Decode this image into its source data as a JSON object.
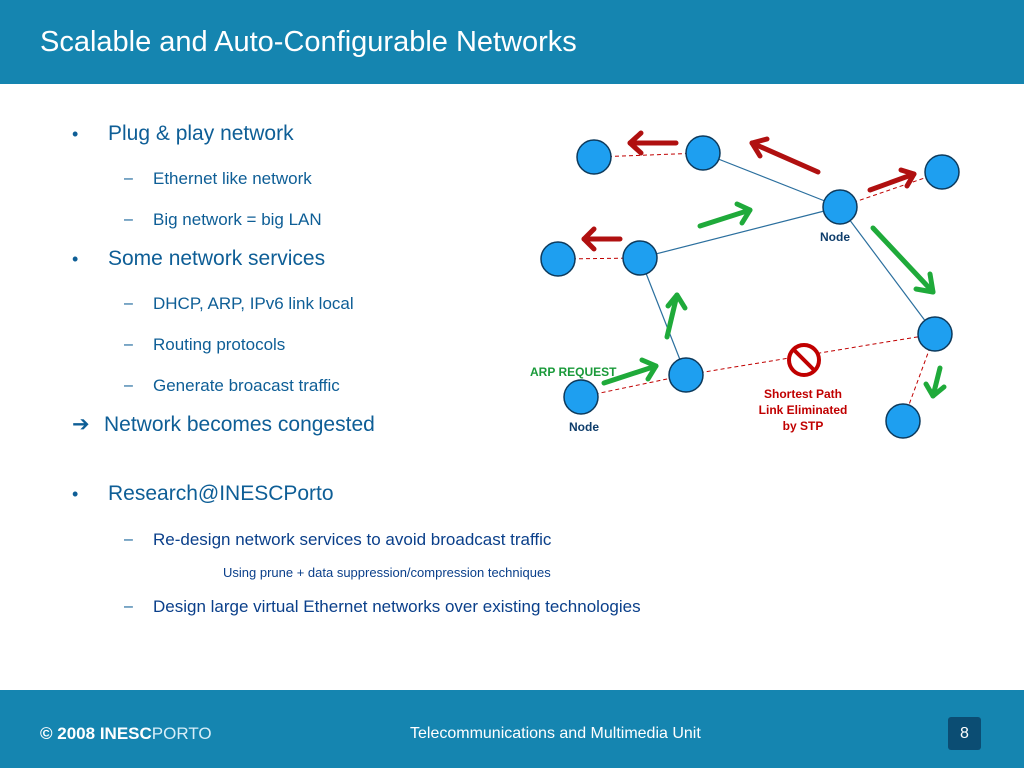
{
  "header": {
    "title": "Scalable and Auto-Configurable Networks"
  },
  "content": {
    "bullet1": "Plug & play network",
    "bullet1_sub": [
      "Ethernet like network",
      "Big network = big LAN"
    ],
    "bullet2": "Some network services",
    "bullet2_sub": [
      "DHCP, ARP, IPv6 link local",
      "Routing protocols",
      "Generate broacast traffic"
    ],
    "arrow_symbol": "➔",
    "conclusion": "Network becomes congested",
    "bullet3": "Research@INESCPorto",
    "research_sub1": "Re-design network services to avoid broadcast traffic",
    "research_sub1_note": "Using prune + data suppression/compression techniques",
    "research_sub2": "Design large virtual Ethernet networks over existing technologies"
  },
  "diagram": {
    "node_label_top": "Node",
    "node_label_bottom": "Node",
    "arp_label": "ARP REQUEST",
    "stp_label_lines": [
      "Shortest Path",
      "Link Eliminated",
      "by STP"
    ],
    "colors": {
      "node": "#1e9ff0",
      "link": "#2b6f9e",
      "blocked": "#c00000",
      "arp_arrow": "#1faa3a",
      "broadcast_arrow": "#b01010"
    }
  },
  "footer": {
    "copyright_prefix": "© 2008",
    "org_part1": "INESC",
    "org_part2": "PORTO",
    "unit": "Telecommunications and Multimedia Unit",
    "page": "8"
  }
}
